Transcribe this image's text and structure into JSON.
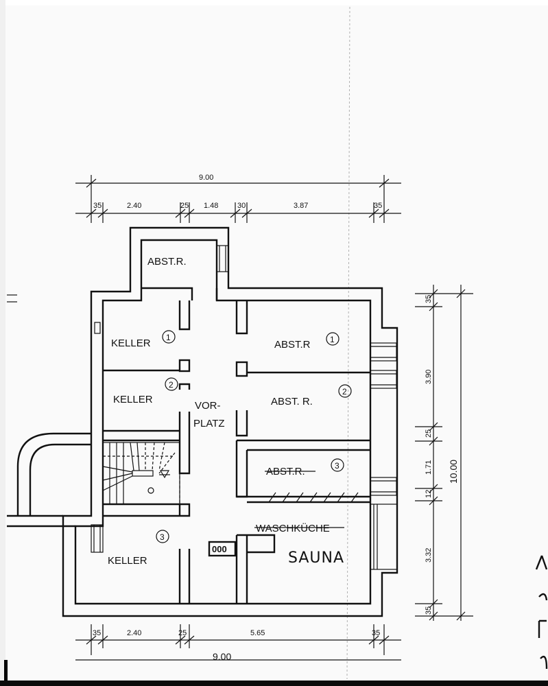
{
  "plan": {
    "dimensions_top": {
      "overall": "9.00",
      "wall_left": "35",
      "seg1": "2.40",
      "wall_mid1": "25",
      "seg2": "1.48",
      "wall_mid2": "30",
      "seg3": "3.87",
      "wall_right": "35"
    },
    "dimensions_right": {
      "overall": "10.00",
      "wall_top": "35",
      "seg1": "3.90",
      "wall_mid1": "25",
      "seg2": "1.71",
      "wall_mid2": "12",
      "seg3": "3.32",
      "wall_bottom": "35"
    },
    "dimensions_bottom": {
      "wall_left": "35",
      "seg1": "2.40",
      "wall_mid": "25",
      "seg2": "5.65",
      "wall_right": "35",
      "overall_partial": "9.00"
    },
    "rooms": {
      "abst_top": "ABST.R.",
      "keller1": "KELLER",
      "keller1_num": "1",
      "abst1": "ABST.R",
      "abst1_num": "1",
      "keller2": "KELLER",
      "keller2_num": "2",
      "vorplatz_line1": "VOR-",
      "vorplatz_line2": "PLATZ",
      "abst2": "ABST. R.",
      "abst2_num": "2",
      "abst3": "ABST.R.",
      "abst3_num": "3",
      "waschkueche": "WASCHKÜCHE",
      "sauna": "SAUNA",
      "keller3": "KELLER",
      "keller3_num": "3",
      "meter_box": "000"
    }
  }
}
